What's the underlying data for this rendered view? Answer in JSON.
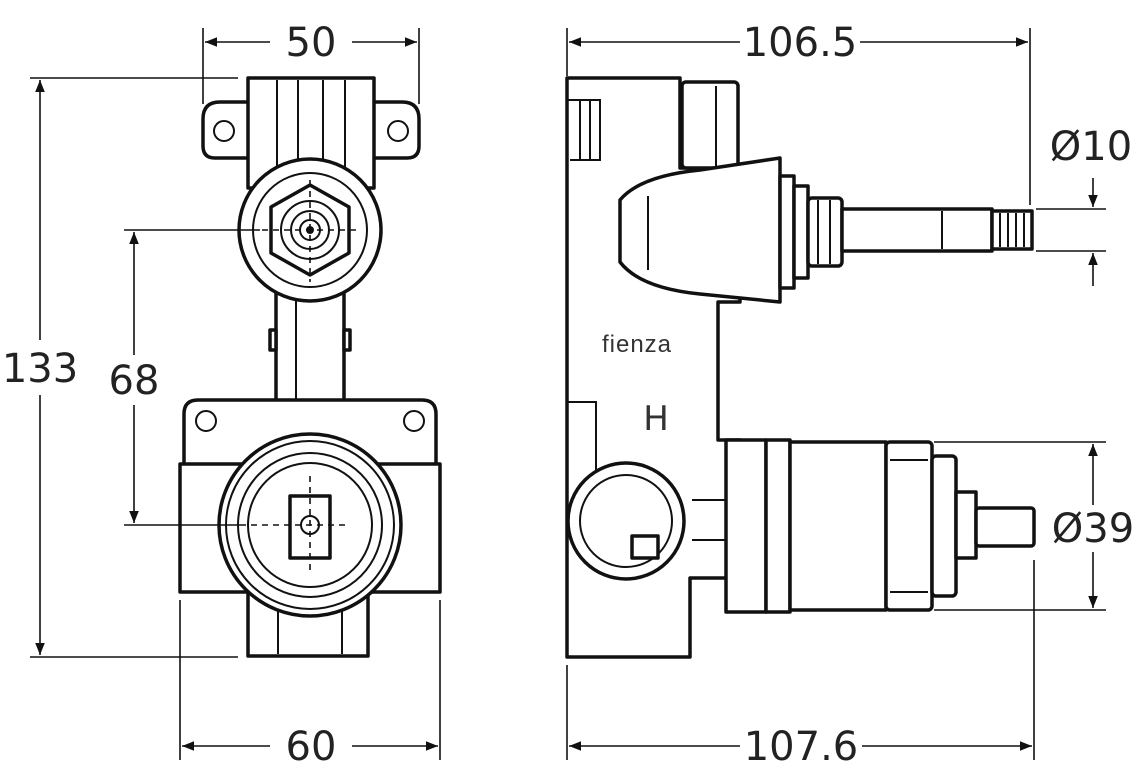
{
  "front_view": {
    "width_top": "50",
    "height_total": "133",
    "centre_distance": "68",
    "width_bottom": "60"
  },
  "side_view": {
    "length_top": "106.5",
    "spindle_diameter": "Ø10",
    "body_diameter": "Ø39",
    "length_bottom": "107.6",
    "brand": "fienza",
    "hot_marking": "H"
  }
}
